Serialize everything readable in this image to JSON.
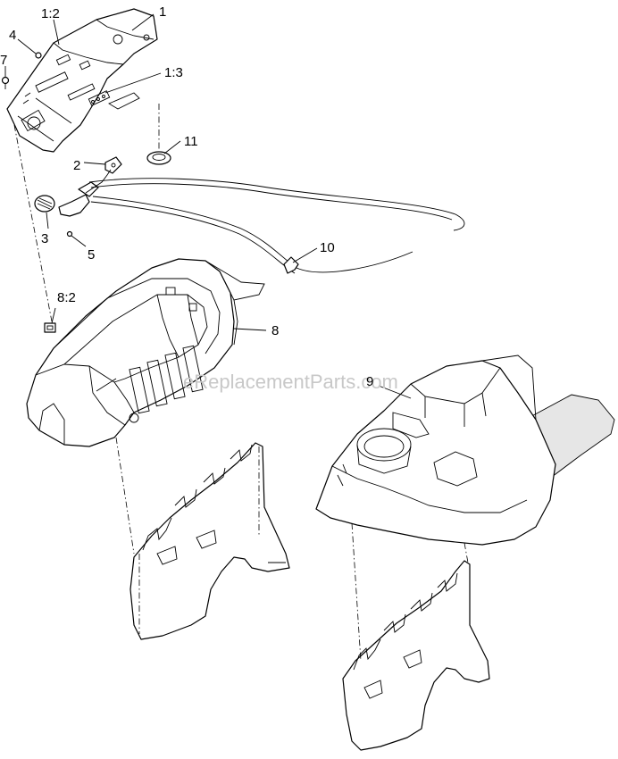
{
  "watermark": "eReplacementParts.com",
  "callouts": {
    "c1": "1",
    "c1_2": "1:2",
    "c1_3": "1:3",
    "c2": "2",
    "c3": "3",
    "c4": "4",
    "c5": "5",
    "c7": "7",
    "c8": "8",
    "c8_2": "8:2",
    "c9": "9",
    "c10": "10",
    "c11": "11"
  }
}
